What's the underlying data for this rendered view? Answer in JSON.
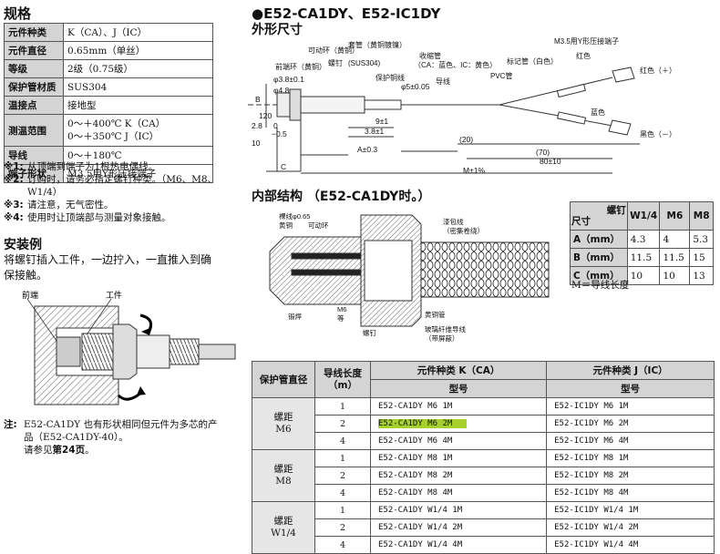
{
  "spec": {
    "heading": "规格",
    "rows": [
      {
        "k": "元件种类",
        "v": "K（CA）、J（IC）"
      },
      {
        "k": "元件直径",
        "v": "0.65mm（单丝）"
      },
      {
        "k": "等级",
        "v": "2级（0.75级）"
      },
      {
        "k": "保护管材质",
        "v": "SUS304"
      },
      {
        "k": "温接点",
        "v": "接地型"
      },
      {
        "k": "测温范围",
        "v": "0～＋400℃ K（CA）",
        "v2": "0～＋350℃ J（IC）"
      },
      {
        "k": "导线",
        "v": "0～＋180℃"
      },
      {
        "k": "端子形状",
        "v": "M3.5用Y形压接端子"
      }
    ],
    "notes": [
      {
        "m": "※1:",
        "t": "从顶端到端子为1根热电偶线。"
      },
      {
        "m": "※2:",
        "t": "订购时，请务必指定螺钉种类。（M6、M8、",
        "t2": "W1/4）"
      },
      {
        "m": "※3:",
        "t": "请注意，无气密性。"
      },
      {
        "m": "※4:",
        "t": "使用时让顶端部与测量对象接触。"
      }
    ]
  },
  "install": {
    "heading": "安装例",
    "text1": "将螺钉插入工件，一边拧入，一直推入到确",
    "text2": "保接触。",
    "label_tip": "前端",
    "label_work": "工件"
  },
  "footnote": {
    "mark": "注:",
    "line1": "E52-CA1DY 也有形状相同但元件为多芯的产",
    "line2": "品（E52-CA1DY-40）。",
    "line3_a": "请参见",
    "line3_b": "第24页",
    "line3_c": "。"
  },
  "outline": {
    "title": "●E52-CA1DY、E52-IC1DY",
    "subtitle": "外形尺寸",
    "labels": {
      "ring": "可动环（黄铜）",
      "front": "前端环（黄铜）",
      "screw": "螺钉",
      "sleeve": "套管（黄铜镀镍）",
      "sus": "(SUS304)",
      "shrink": "收缩管",
      "shrink2": "（CA：蓝色、IC：黄色）",
      "prot": "保护铜线",
      "lead": "导线",
      "pvc": "PVC管",
      "marker": "标记管（白色）",
      "terminal": "M3.5用Y形压接端子",
      "red": "红色",
      "red_plus": "红色（＋）",
      "blue": "蓝色",
      "black_minus": "黑色（－）"
    },
    "dims": {
      "d38": "φ3.8±0.1",
      "d48": "φ4.8",
      "d5": "φ5±0.05",
      "r120": "120",
      "r28": "2.8",
      "r0": "0",
      "r05": "−0.5",
      "r10": "10",
      "r92": "9±1",
      "r38": "3.8±1",
      "a03": "A±0.3",
      "p20": "(20)",
      "p70": "(70)",
      "p80": "80±10",
      "m1": "M±1%",
      "B": "B",
      "C": "C"
    }
  },
  "internal": {
    "heading": "内部结构 （E52-CA1DY时。）",
    "labels": {
      "wire": "裸线φ0.65",
      "brass": "黄铜",
      "ring": "可动环",
      "enamel": "漆包线",
      "enamel2": "（密集卷绕）",
      "solder": "锻焊",
      "m6": "M6",
      "m6b": "等",
      "brass_tube": "黄铜管",
      "screw": "螺钉",
      "glass": "玻璃纤维导线",
      "glass2": "（带屏蔽）"
    }
  },
  "bolt_table": {
    "header": [
      "螺钉尺寸",
      "W1/4",
      "M6",
      "M8"
    ],
    "header_line2": "尺寸",
    "header_line1": "螺钉",
    "rows": [
      {
        "k": "A（mm）",
        "v": [
          "4.3",
          "4",
          "5.3"
        ]
      },
      {
        "k": "B（mm）",
        "v": [
          "11.5",
          "11.5",
          "15"
        ]
      },
      {
        "k": "C（mm）",
        "v": [
          "10",
          "10",
          "13"
        ]
      }
    ],
    "note": "M＝导线长度"
  },
  "models": {
    "h_pipe": "保护管直径",
    "h_len": "导线长度",
    "h_len2": "（m）",
    "h_ka": "元件种类 K（CA）",
    "h_ji": "元件种类 J（IC）",
    "h_type": "型号",
    "groups": [
      {
        "p1": "螺距",
        "p2": "M6",
        "rows": [
          {
            "len": "1",
            "ka": "E52-CA1DY  M6  1M",
            "ji": "E52-IC1DY  M6  1M"
          },
          {
            "len": "2",
            "ka": "E52-CA1DY  M6  2M",
            "ji": "E52-IC1DY  M6  2M"
          },
          {
            "len": "4",
            "ka": "E52-CA1DY  M6  4M",
            "ji": "E52-IC1DY  M6  4M"
          }
        ]
      },
      {
        "p1": "螺距",
        "p2": "M8",
        "rows": [
          {
            "len": "1",
            "ka": "E52-CA1DY  M8  1M",
            "ji": "E52-IC1DY  M8  1M"
          },
          {
            "len": "2",
            "ka": "E52-CA1DY  M8  2M",
            "ji": "E52-IC1DY  M8  2M"
          },
          {
            "len": "4",
            "ka": "E52-CA1DY  M8  4M",
            "ji": "E52-IC1DY  M8  4M"
          }
        ]
      },
      {
        "p1": "螺距",
        "p2": "W1/4",
        "rows": [
          {
            "len": "1",
            "ka": "E52-CA1DY  W1/4  1M",
            "ji": "E52-IC1DY  W1/4  1M"
          },
          {
            "len": "2",
            "ka": "E52-CA1DY  W1/4  2M",
            "ji": "E52-IC1DY  W1/4  2M"
          },
          {
            "len": "4",
            "ka": "E52-CA1DY  W1/4  4M",
            "ji": "E52-IC1DY  W1/4  4M"
          }
        ]
      }
    ],
    "highlight_color": "#a6d12c"
  }
}
